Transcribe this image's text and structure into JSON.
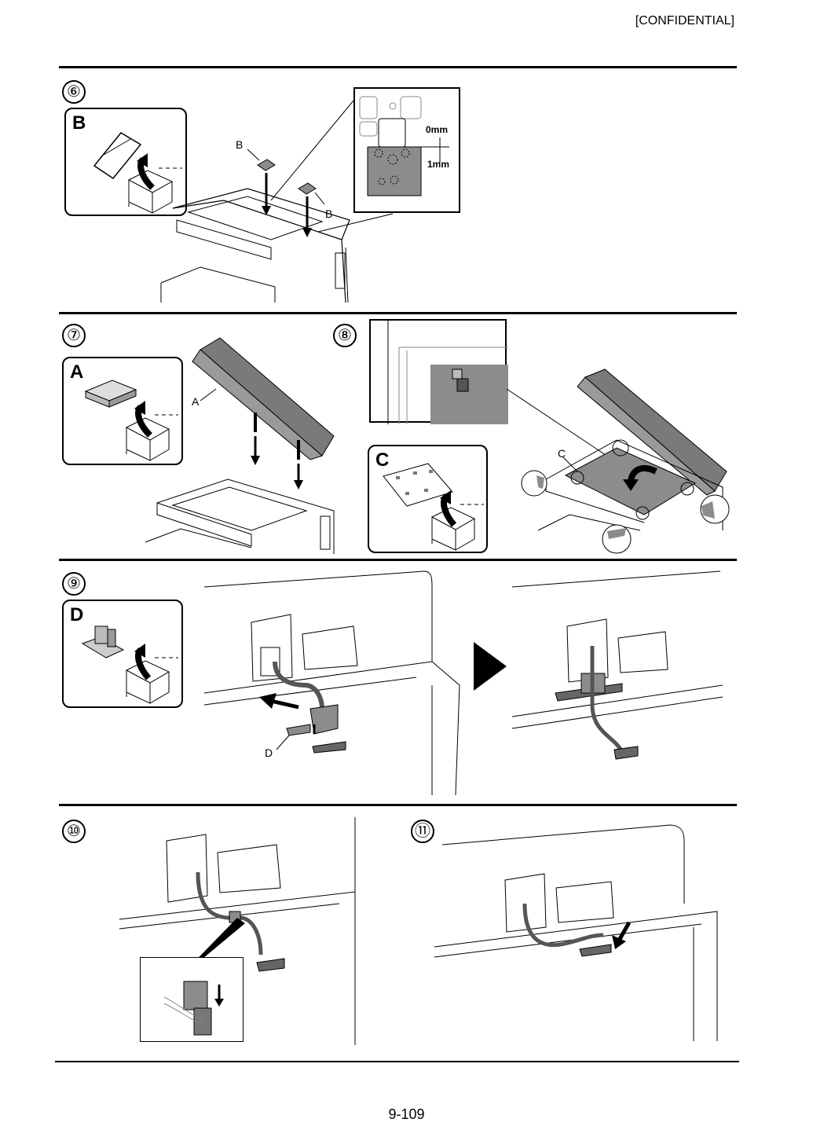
{
  "header": {
    "confidential": "[CONFIDENTIAL]"
  },
  "steps": {
    "s6": {
      "number": "⑥",
      "part_box_label": "B",
      "callouts": [
        "B",
        "B"
      ],
      "detail": {
        "top_label": "0mm",
        "bottom_label": "1mm"
      }
    },
    "s7": {
      "number": "⑦",
      "part_box_label": "A",
      "callouts": [
        "A"
      ]
    },
    "s8": {
      "number": "⑧",
      "part_box_label": "C",
      "callouts": [
        "C"
      ]
    },
    "s9": {
      "number": "⑨",
      "part_box_label": "D",
      "callouts": [
        "D"
      ]
    },
    "s10": {
      "number": "⑩"
    },
    "s11": {
      "number": "⑪"
    }
  },
  "footer": {
    "page_number": "9-109"
  },
  "colors": {
    "ink": "#000000",
    "part_gray": "#8c8c8c",
    "dark_gray": "#666666"
  }
}
